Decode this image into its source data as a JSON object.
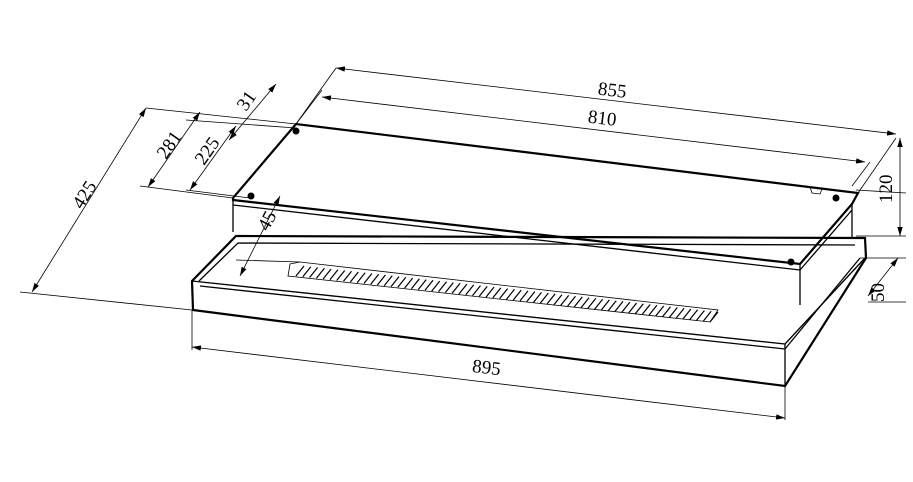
{
  "dimensions": {
    "d855": "855",
    "d810": "810",
    "d31": "31",
    "d281": "281",
    "d225": "225",
    "d425": "425",
    "d45": "45",
    "d120": "120",
    "d50": "50",
    "d895": "895"
  }
}
